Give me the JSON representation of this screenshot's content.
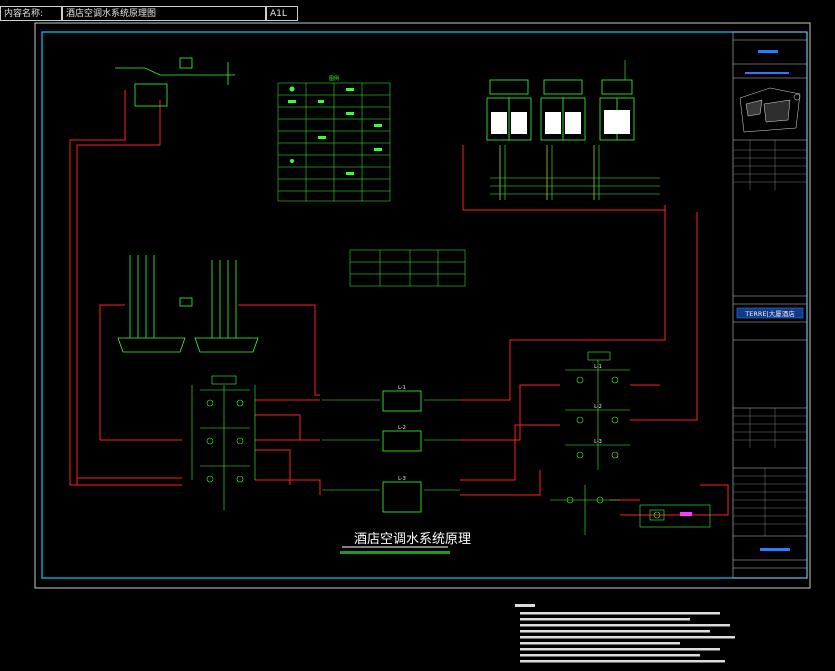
{
  "header": {
    "label": "内容名称:",
    "name": "酒店空调水系统原理图",
    "code": "A1L"
  },
  "drawing": {
    "title": "酒店空调水系统原理",
    "colors": {
      "border": "#00c8ff",
      "pipe_red": "#ff2020",
      "equip_green": "#35ff35",
      "frame_grey": "#c8c8c8",
      "title_block_blue": "#2a7bff"
    },
    "equipment": {
      "chillers": [
        "L-1",
        "L-2",
        "L-3"
      ],
      "pumps": [
        "L-1",
        "L-2",
        "L-3"
      ]
    },
    "legend_table_title": "图例"
  },
  "title_block": {
    "project": "TERRE|大厦酒店"
  }
}
